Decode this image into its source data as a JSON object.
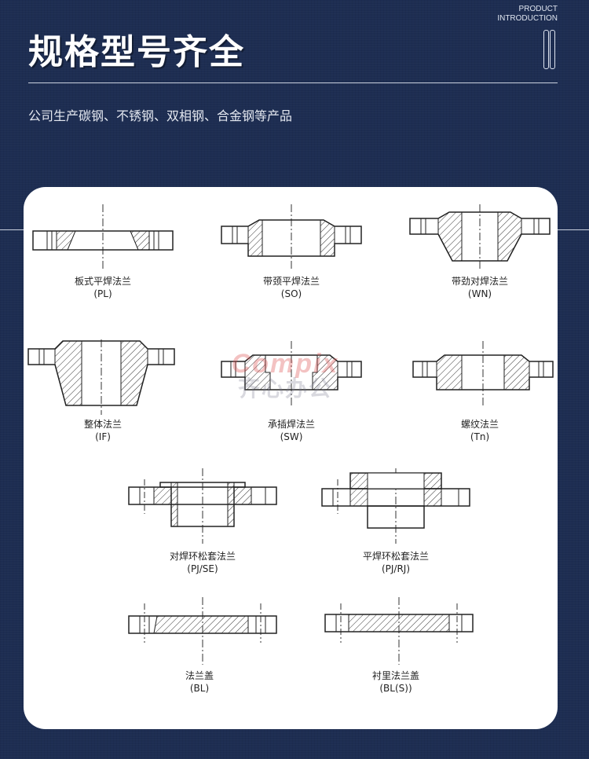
{
  "header": {
    "title": "规格型号齐全",
    "corner_line1": "PRODUCT",
    "corner_line2": "INTRODUCTION",
    "subtitle": "公司生产碳钢、不锈钢、双相钢、合金钢等产品"
  },
  "flanges": [
    {
      "name": "板式平焊法兰",
      "code": "(PL)"
    },
    {
      "name": "带颈平焊法兰",
      "code": "(SO)"
    },
    {
      "name": "带劲对焊法兰",
      "code": "(WN)"
    },
    {
      "name": "整体法兰",
      "code": "(IF)"
    },
    {
      "name": "承插焊法兰",
      "code": "(SW)"
    },
    {
      "name": "螺纹法兰",
      "code": "(Tn)"
    },
    {
      "name": "对焊环松套法兰",
      "code": "(PJ/SE)"
    },
    {
      "name": "平焊环松套法兰",
      "code": "(PJ/RJ)"
    },
    {
      "name": "法兰盖",
      "code": "(BL)"
    },
    {
      "name": "衬里法兰盖",
      "code": "(BL(S))"
    }
  ],
  "watermark": {
    "top": "Compix",
    "bottom": "齐心办公"
  },
  "colors": {
    "background": "#1d2d52",
    "panel": "#ffffff",
    "line": "#222222"
  }
}
